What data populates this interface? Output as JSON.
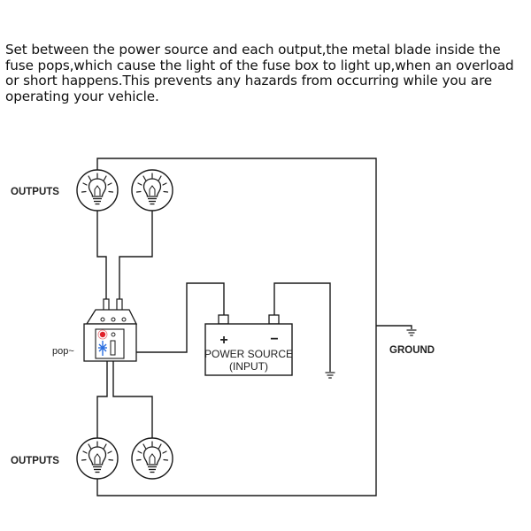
{
  "description_text": "Set between the power source and each output,the metal blade inside the fuse pops,which cause the light of the fuse box to light up,when an overload or short happens.This prevents any hazards from occurring while you are operating your vehicle.",
  "labels": {
    "outputs_top": "OUTPUTS",
    "outputs_bottom": "OUTPUTS",
    "pop": "pop~",
    "ground": "GROUND",
    "power_source_line1": "POWER SOURCE",
    "power_source_line2": "(INPUT)",
    "battery_plus": "+",
    "battery_minus": "−"
  },
  "icons": {
    "bulb": "light-bulb-icon",
    "ground": "ground-symbol-icon",
    "fuse_indicator": "fuse-indicator-light-icon"
  },
  "colors": {
    "line": "#1a1a1a",
    "fuse_indicator": "#e0202a",
    "fuse_blade": "#2a6fe0"
  }
}
